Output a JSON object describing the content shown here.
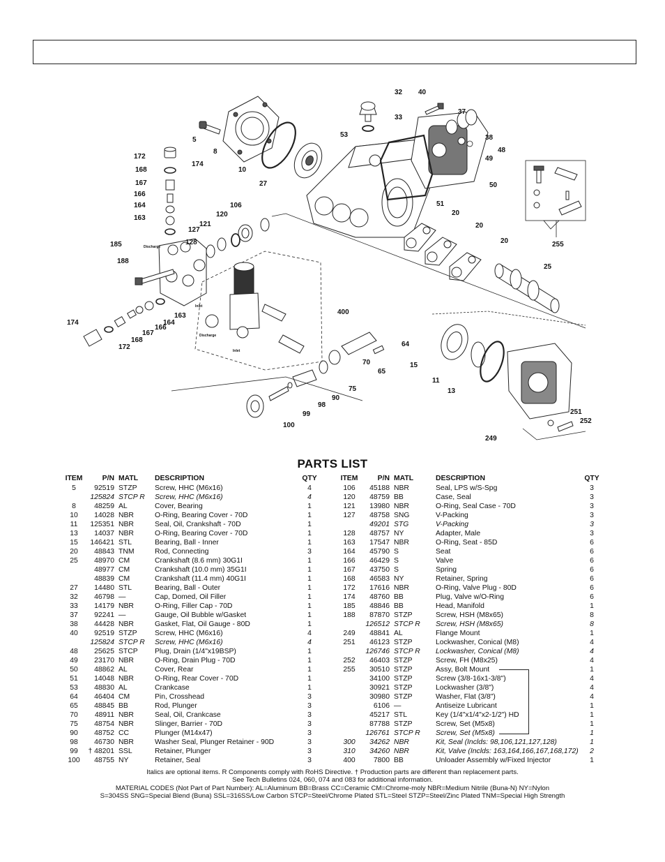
{
  "parts_list": {
    "title": "PARTS LIST",
    "headers": {
      "item": "ITEM",
      "pn": "P/N",
      "matl": "MATL",
      "desc": "DESCRIPTION",
      "qty": "QTY"
    },
    "left": [
      {
        "item": "5",
        "pn": "92519",
        "matl": "STZP",
        "desc": "Screw, HHC (M6x16)",
        "qty": "4"
      },
      {
        "item": "",
        "pn": "125824",
        "matl": "STCP R",
        "desc": "Screw, HHC (M6x16)",
        "qty": "4",
        "italic": true
      },
      {
        "item": "8",
        "pn": "48259",
        "matl": "AL",
        "desc": "Cover, Bearing",
        "qty": "1"
      },
      {
        "item": "10",
        "pn": "14028",
        "matl": "NBR",
        "desc": "O-Ring, Bearing Cover - 70D",
        "qty": "1"
      },
      {
        "item": "11",
        "pn": "125351",
        "matl": "NBR",
        "desc": "Seal, Oil, Crankshaft - 70D",
        "qty": "1"
      },
      {
        "item": "13",
        "pn": "14037",
        "matl": "NBR",
        "desc": "O-Ring, Bearing Cover - 70D",
        "qty": "1"
      },
      {
        "item": "15",
        "pn": "146421",
        "matl": "STL",
        "desc": "Bearing, Ball - Inner",
        "qty": "1"
      },
      {
        "item": "20",
        "pn": "48843",
        "matl": "TNM",
        "desc": "Rod, Connecting",
        "qty": "3"
      },
      {
        "item": "25",
        "pn": "48970",
        "matl": "CM",
        "desc": "Crankshaft (8.6 mm) 30G1I",
        "qty": "1"
      },
      {
        "item": "",
        "pn": "48977",
        "matl": "CM",
        "desc": "Crankshaft (10.0 mm) 35G1I",
        "qty": "1"
      },
      {
        "item": "",
        "pn": "48839",
        "matl": "CM",
        "desc": "Crankshaft (11.4 mm) 40G1I",
        "qty": "1"
      },
      {
        "item": "27",
        "pn": "14480",
        "matl": "STL",
        "desc": "Bearing, Ball - Outer",
        "qty": "1"
      },
      {
        "item": "32",
        "pn": "46798",
        "matl": "—",
        "desc": "Cap, Domed, Oil Filler",
        "qty": "1"
      },
      {
        "item": "33",
        "pn": "14179",
        "matl": "NBR",
        "desc": "O-Ring, Filler Cap - 70D",
        "qty": "1"
      },
      {
        "item": "37",
        "pn": "92241",
        "matl": "—",
        "desc": "Gauge, Oil Bubble w/Gasket",
        "qty": "1"
      },
      {
        "item": "38",
        "pn": "44428",
        "matl": "NBR",
        "desc": "Gasket, Flat, Oil Gauge - 80D",
        "qty": "1"
      },
      {
        "item": "40",
        "pn": "92519",
        "matl": "STZP",
        "desc": "Screw, HHC (M6x16)",
        "qty": "4"
      },
      {
        "item": "",
        "pn": "125824",
        "matl": "STCP R",
        "desc": "Screw, HHC (M6x16)",
        "qty": "4",
        "italic": true
      },
      {
        "item": "48",
        "pn": "25625",
        "matl": "STCP",
        "desc": "Plug, Drain (1/4\"x19BSP)",
        "qty": "1"
      },
      {
        "item": "49",
        "pn": "23170",
        "matl": "NBR",
        "desc": "O-Ring, Drain Plug - 70D",
        "qty": "1"
      },
      {
        "item": "50",
        "pn": "48862",
        "matl": "AL",
        "desc": "Cover, Rear",
        "qty": "1"
      },
      {
        "item": "51",
        "pn": "14048",
        "matl": "NBR",
        "desc": "O-Ring, Rear Cover - 70D",
        "qty": "1"
      },
      {
        "item": "53",
        "pn": "48830",
        "matl": "AL",
        "desc": "Crankcase",
        "qty": "1"
      },
      {
        "item": "64",
        "pn": "46404",
        "matl": "CM",
        "desc": "Pin, Crosshead",
        "qty": "3"
      },
      {
        "item": "65",
        "pn": "48845",
        "matl": "BB",
        "desc": "Rod, Plunger",
        "qty": "3"
      },
      {
        "item": "70",
        "pn": "48911",
        "matl": "NBR",
        "desc": "Seal, Oil, Crankcase",
        "qty": "3"
      },
      {
        "item": "75",
        "pn": "48754",
        "matl": "NBR",
        "desc": "Slinger, Barrier - 70D",
        "qty": "3"
      },
      {
        "item": "90",
        "pn": "48752",
        "matl": "CC",
        "desc": "Plunger (M14x47)",
        "qty": "3"
      },
      {
        "item": "98",
        "pn": "46730",
        "matl": "NBR",
        "desc": "Washer Seal, Plunger Retainer - 90D",
        "qty": "3"
      },
      {
        "item": "99",
        "pn": "† 48201",
        "matl": "SSL",
        "desc": "Retainer, Plunger",
        "qty": "3"
      },
      {
        "item": "100",
        "pn": "48755",
        "matl": "NY",
        "desc": "Retainer, Seal",
        "qty": "3"
      }
    ],
    "right": [
      {
        "item": "106",
        "pn": "45188",
        "matl": "NBR",
        "desc": "Seal, LPS w/S-Spg",
        "qty": "3"
      },
      {
        "item": "120",
        "pn": "48759",
        "matl": "BB",
        "desc": "Case, Seal",
        "qty": "3"
      },
      {
        "item": "121",
        "pn": "13980",
        "matl": "NBR",
        "desc": "O-Ring, Seal Case - 70D",
        "qty": "3"
      },
      {
        "item": "127",
        "pn": "48758",
        "matl": "SNG",
        "desc": "V-Packing",
        "qty": "3"
      },
      {
        "item": "",
        "pn": "49201",
        "matl": "STG",
        "desc": "V-Packing",
        "qty": "3",
        "italic": true
      },
      {
        "item": "128",
        "pn": "48757",
        "matl": "NY",
        "desc": "Adapter, Male",
        "qty": "3"
      },
      {
        "item": "163",
        "pn": "17547",
        "matl": "NBR",
        "desc": "O-Ring, Seat - 85D",
        "qty": "6"
      },
      {
        "item": "164",
        "pn": "45790",
        "matl": "S",
        "desc": "Seat",
        "qty": "6"
      },
      {
        "item": "166",
        "pn": "46429",
        "matl": "S",
        "desc": "Valve",
        "qty": "6"
      },
      {
        "item": "167",
        "pn": "43750",
        "matl": "S",
        "desc": "Spring",
        "qty": "6"
      },
      {
        "item": "168",
        "pn": "46583",
        "matl": "NY",
        "desc": "Retainer, Spring",
        "qty": "6"
      },
      {
        "item": "172",
        "pn": "17616",
        "matl": "NBR",
        "desc": "O-Ring, Valve Plug - 80D",
        "qty": "6"
      },
      {
        "item": "174",
        "pn": "48760",
        "matl": "BB",
        "desc": "Plug, Valve w/O-Ring",
        "qty": "6"
      },
      {
        "item": "185",
        "pn": "48846",
        "matl": "BB",
        "desc": "Head, Manifold",
        "qty": "1"
      },
      {
        "item": "188",
        "pn": "87870",
        "matl": "STZP",
        "desc": "Screw, HSH (M8x65)",
        "qty": "8"
      },
      {
        "item": "",
        "pn": "126512",
        "matl": "STCP R",
        "desc": "Screw, HSH (M8x65)",
        "qty": "8",
        "italic": true
      },
      {
        "item": "249",
        "pn": "48841",
        "matl": "AL",
        "desc": "Flange Mount",
        "qty": "1"
      },
      {
        "item": "251",
        "pn": "46123",
        "matl": "STZP",
        "desc": "Lockwasher, Conical (M8)",
        "qty": "4"
      },
      {
        "item": "",
        "pn": "126746",
        "matl": "STCP R",
        "desc": "Lockwasher, Conical (M8)",
        "qty": "4",
        "italic": true
      },
      {
        "item": "252",
        "pn": "46403",
        "matl": "STZP",
        "desc": "Screw, FH (M8x25)",
        "qty": "4"
      },
      {
        "item": "255",
        "pn": "30510",
        "matl": "STZP",
        "desc": "Assy, Bolt Mount",
        "qty": "1"
      },
      {
        "item": "",
        "pn": "34100",
        "matl": "STZP",
        "desc": "Screw (3/8-16x1-3/8\")",
        "qty": "4"
      },
      {
        "item": "",
        "pn": "30921",
        "matl": "STZP",
        "desc": "Lockwasher (3/8\")",
        "qty": "4"
      },
      {
        "item": "",
        "pn": "30980",
        "matl": "STZP",
        "desc": "Washer, Flat (3/8\")",
        "qty": "4"
      },
      {
        "item": "",
        "pn": "6106",
        "matl": "—",
        "desc": "Antiseize Lubricant",
        "qty": "1"
      },
      {
        "item": "",
        "pn": "45217",
        "matl": "STL",
        "desc": "Key (1/4\"x1/4\"x2-1/2\") HD",
        "qty": "1"
      },
      {
        "item": "",
        "pn": "87788",
        "matl": "STZP",
        "desc": "Screw, Set (M5x8)",
        "qty": "1"
      },
      {
        "item": "",
        "pn": "126761",
        "matl": "STCP R",
        "desc": "Screw, Set (M5x8)",
        "qty": "1",
        "italic": true
      },
      {
        "item": "300",
        "pn": "34262",
        "matl": "NBR",
        "desc": "Kit, Seal (Inclds: 98,106,121,127,128)",
        "qty": "1",
        "italic": true
      },
      {
        "item": "310",
        "pn": "34260",
        "matl": "NBR",
        "desc": "Kit, Valve (Inclds: 163,164,166,167,168,172)",
        "qty": "2",
        "italic": true
      },
      {
        "item": "400",
        "pn": "7800",
        "matl": "BB",
        "desc": "Unloader Assembly w/Fixed Injector",
        "qty": "1"
      }
    ]
  },
  "footnotes": {
    "line1": "Italics are optional items.  R Components comply with RoHS Directive.  † Production parts are different than replacement parts.",
    "line2": "See Tech Bulletins 024, 060, 074 and 083 for additional information.",
    "line3": "MATERIAL CODES (Not Part of Part Number):  AL=Aluminum  BB=Brass  CC=Ceramic  CM=Chrome-moly  NBR=Medium Nitrile (Buna-N)  NY=Nylon",
    "line4": "S=304SS  SNG=Special Blend (Buna)  SSL=316SS/Low Carbon  STCP=Steel/Chrome Plated  STL=Steel  STZP=Steel/Zinc Plated  TNM=Special High Strength"
  },
  "diagram": {
    "callouts": [
      "5",
      "8",
      "10",
      "27",
      "32",
      "33",
      "37",
      "38",
      "40",
      "48",
      "49",
      "50",
      "51",
      "53",
      "20",
      "20",
      "20",
      "25",
      "255",
      "106",
      "120",
      "121",
      "127",
      "128",
      "163",
      "164",
      "166",
      "167",
      "168",
      "172",
      "174",
      "185",
      "188",
      "174",
      "172",
      "168",
      "167",
      "166",
      "164",
      "163",
      "400",
      "64",
      "65",
      "70",
      "75",
      "90",
      "98",
      "99",
      "100",
      "15",
      "11",
      "13",
      "249",
      "251",
      "252"
    ],
    "labels": {
      "discharge_top": "Discharge",
      "discharge_low": "Discharge",
      "inlet_top": "Inlet",
      "inlet_low": "Inlet"
    }
  }
}
